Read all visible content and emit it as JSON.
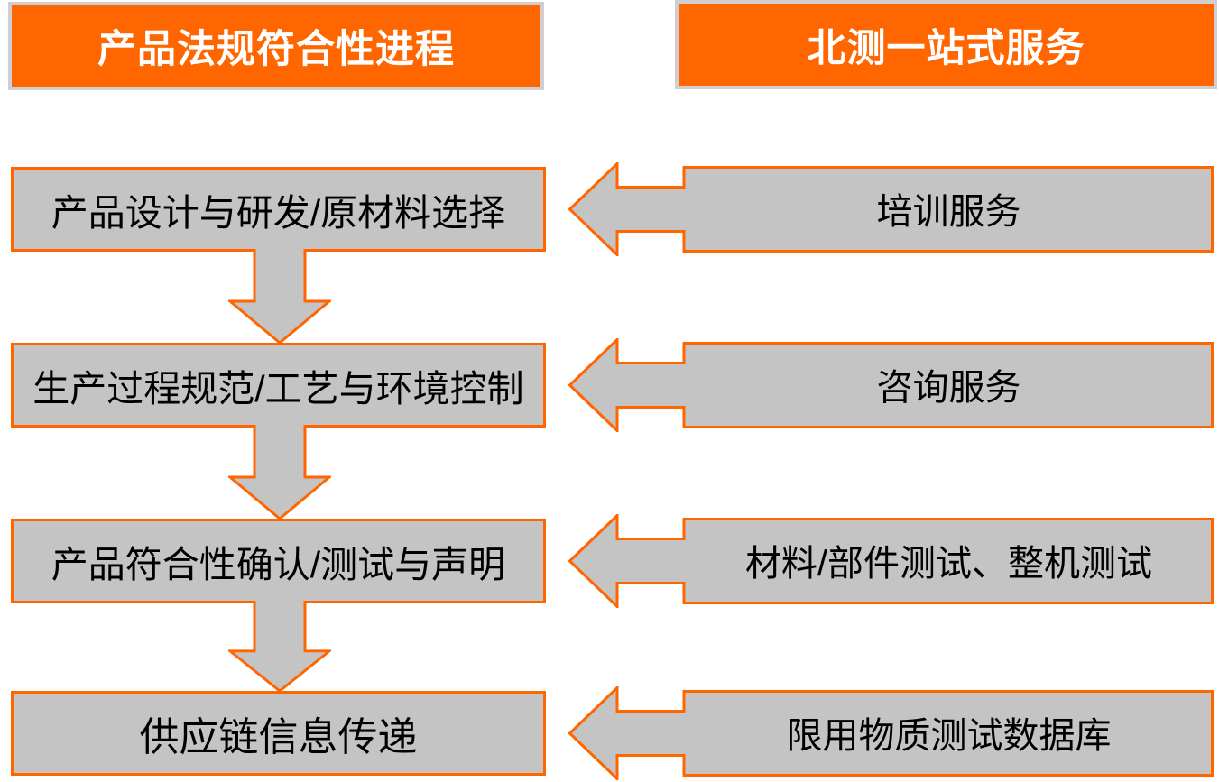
{
  "colors": {
    "orange": "#FF6600",
    "gray_fill": "#C4C4C4",
    "header_border": "#D0CECE",
    "text_dark": "#000000",
    "text_light": "#FFFFFF"
  },
  "headers": {
    "left": "产品法规符合性进程",
    "right": "北测一站式服务"
  },
  "rows": [
    {
      "step": "产品设计与研发/原材料选择",
      "service": "培训服务"
    },
    {
      "step": "生产过程规范/工艺与环境控制",
      "service": "咨询服务"
    },
    {
      "step": "产品符合性确认/测试与声明",
      "service": "材料/部件测试、整机测试"
    },
    {
      "step": "供应链信息传递",
      "service": "限用物质测试数据库"
    }
  ],
  "icons": {
    "down_arrow": "down-arrow",
    "left_arrow": "left-arrow"
  }
}
